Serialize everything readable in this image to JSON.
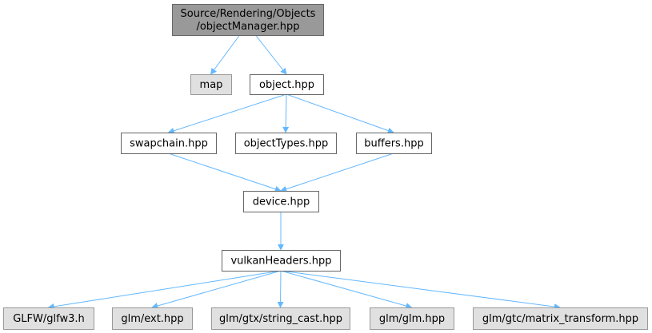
{
  "colors": {
    "root_fill": "#999999",
    "external_fill": "#e0e0e0",
    "internal_fill": "#ffffff",
    "node_border_dark": "#666666",
    "node_border_light": "#999999",
    "edge": "#63b8ff"
  },
  "nodes": [
    {
      "id": "root",
      "lines": [
        "Source/Rendering/Objects",
        "/objectManager.hpp"
      ],
      "kind": "root"
    },
    {
      "id": "map",
      "lines": [
        "map"
      ],
      "kind": "external"
    },
    {
      "id": "object",
      "lines": [
        "object.hpp"
      ],
      "kind": "internal"
    },
    {
      "id": "swapchain",
      "lines": [
        "swapchain.hpp"
      ],
      "kind": "internal"
    },
    {
      "id": "objtypes",
      "lines": [
        "objectTypes.hpp"
      ],
      "kind": "internal"
    },
    {
      "id": "buffers",
      "lines": [
        "buffers.hpp"
      ],
      "kind": "internal"
    },
    {
      "id": "device",
      "lines": [
        "device.hpp"
      ],
      "kind": "internal"
    },
    {
      "id": "vulkan",
      "lines": [
        "vulkanHeaders.hpp"
      ],
      "kind": "internal"
    },
    {
      "id": "glfw",
      "lines": [
        "GLFW/glfw3.h"
      ],
      "kind": "external"
    },
    {
      "id": "glmext",
      "lines": [
        "glm/ext.hpp"
      ],
      "kind": "external"
    },
    {
      "id": "strcast",
      "lines": [
        "glm/gtx/string_cast.hpp"
      ],
      "kind": "external"
    },
    {
      "id": "glmglm",
      "lines": [
        "glm/glm.hpp"
      ],
      "kind": "external"
    },
    {
      "id": "mattrans",
      "lines": [
        "glm/gtc/matrix_transform.hpp"
      ],
      "kind": "external"
    }
  ],
  "edges": [
    [
      "root",
      "map"
    ],
    [
      "root",
      "object"
    ],
    [
      "object",
      "swapchain"
    ],
    [
      "object",
      "objtypes"
    ],
    [
      "object",
      "buffers"
    ],
    [
      "swapchain",
      "device"
    ],
    [
      "buffers",
      "device"
    ],
    [
      "device",
      "vulkan"
    ],
    [
      "vulkan",
      "glfw"
    ],
    [
      "vulkan",
      "glmext"
    ],
    [
      "vulkan",
      "strcast"
    ],
    [
      "vulkan",
      "glmglm"
    ],
    [
      "vulkan",
      "mattrans"
    ]
  ]
}
